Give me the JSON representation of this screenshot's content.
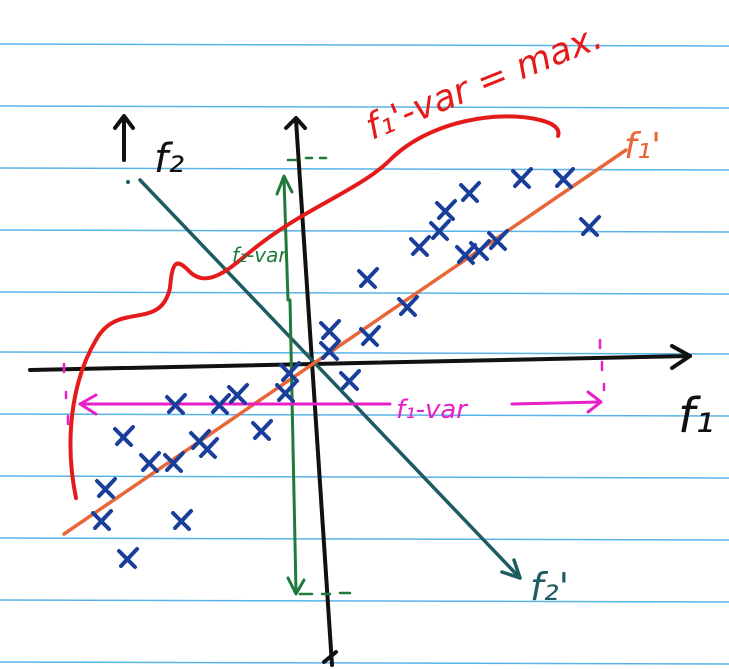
{
  "labels": {
    "f1_axis": "f₁",
    "f2_axis": "f₂",
    "f1_prime": "f₁'",
    "f2_prime": "f₂'",
    "f1_var": "f₁-var",
    "f2_var": "f₂-var",
    "f1_prime_var_max": "f₁'-var = max."
  },
  "colors": {
    "paper_lines": "#5ab3e6",
    "axes": "#111111",
    "f1_prime_line": "#e8673a",
    "f2_prime_line": "#1e5c62",
    "points": "#1a3f9a",
    "f1_var": "#e81fc8",
    "f2_var": "#1f7a3b",
    "f1_prime_var": "#e51a1a"
  },
  "points_count": 31
}
